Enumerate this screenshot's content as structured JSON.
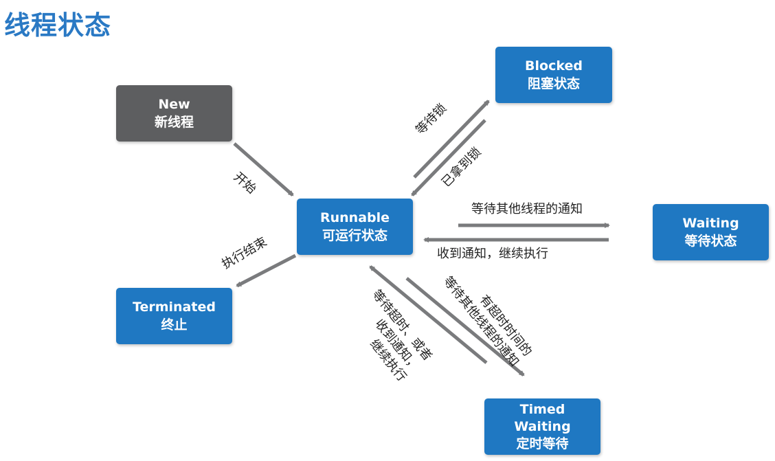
{
  "title": "线程状态",
  "states": {
    "new": {
      "en": "New",
      "zh": "新线程"
    },
    "blocked": {
      "en": "Blocked",
      "zh": "阻塞状态"
    },
    "runnable": {
      "en": "Runnable",
      "zh": "可运行状态"
    },
    "waiting": {
      "en": "Waiting",
      "zh": "等待状态"
    },
    "terminated": {
      "en": "Terminated",
      "zh": "终止"
    },
    "timed": {
      "en1": "Timed",
      "en2": "Waiting",
      "zh": "定时等待"
    }
  },
  "transitions": {
    "start": "开始",
    "wait_lock": "等待锁",
    "got_lock": "已拿到锁",
    "wait_notify": "等待其他线程的通知",
    "notified": "收到通知，继续执行",
    "finish": "执行结束",
    "timed_notify_line1": "有超时时间的",
    "timed_notify_line2": "等待其他线程的通知",
    "timeout_line1": "等待超时、或者",
    "timeout_line2": "收到通知，",
    "timeout_line3": "继续执行"
  },
  "colors": {
    "title": "#2a79c4",
    "state_box": "#1f78c2",
    "new_box": "#5d5e60",
    "arrow": "#7a7b7d"
  }
}
